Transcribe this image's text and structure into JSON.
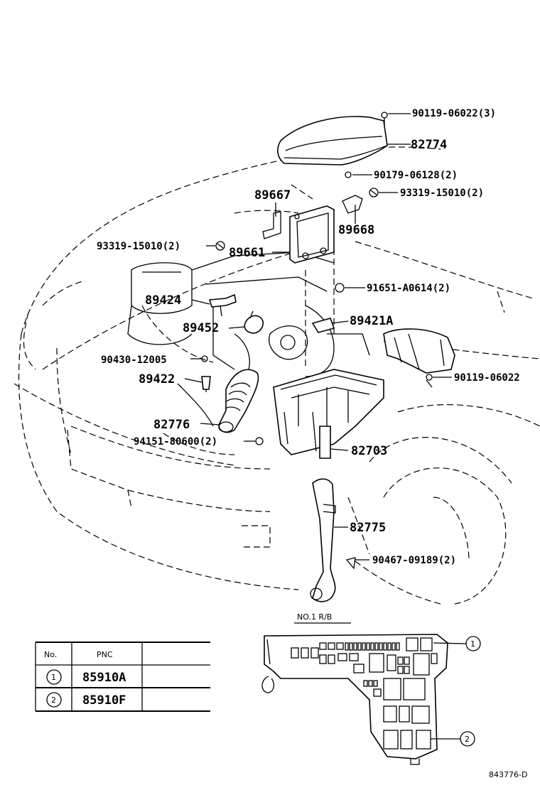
{
  "callouts": [
    {
      "id": "p1",
      "text": "90119-06022(3)"
    },
    {
      "id": "p2",
      "text": "82774"
    },
    {
      "id": "p3",
      "text": "90179-06128(2)"
    },
    {
      "id": "p4",
      "text": "93319-15010(2)"
    },
    {
      "id": "p5",
      "text": "89667"
    },
    {
      "id": "p6",
      "text": "89668"
    },
    {
      "id": "p7",
      "text": "93319-15010(2)"
    },
    {
      "id": "p8",
      "text": "89661"
    },
    {
      "id": "p9",
      "text": "91651-A0614(2)"
    },
    {
      "id": "p10",
      "text": "89424"
    },
    {
      "id": "p11",
      "text": "89421A"
    },
    {
      "id": "p12",
      "text": "89452"
    },
    {
      "id": "p13",
      "text": "90430-12005"
    },
    {
      "id": "p14",
      "text": "90119-06022"
    },
    {
      "id": "p15",
      "text": "89422"
    },
    {
      "id": "p16",
      "text": "82776"
    },
    {
      "id": "p17",
      "text": "94151-80600(2)"
    },
    {
      "id": "p18",
      "text": "82703"
    },
    {
      "id": "p19",
      "text": "82775"
    },
    {
      "id": "p20",
      "text": "90467-09189(2)"
    }
  ],
  "relay_block_title": "NO.1 R/B",
  "marker_1": "1",
  "marker_2": "2",
  "table": {
    "headers": [
      "No.",
      "PNC",
      ""
    ],
    "rows": [
      {
        "no": "1",
        "pnc": "85910A",
        "extra": ""
      },
      {
        "no": "2",
        "pnc": "85910F",
        "extra": ""
      }
    ]
  },
  "drawing_id": "843776-D"
}
